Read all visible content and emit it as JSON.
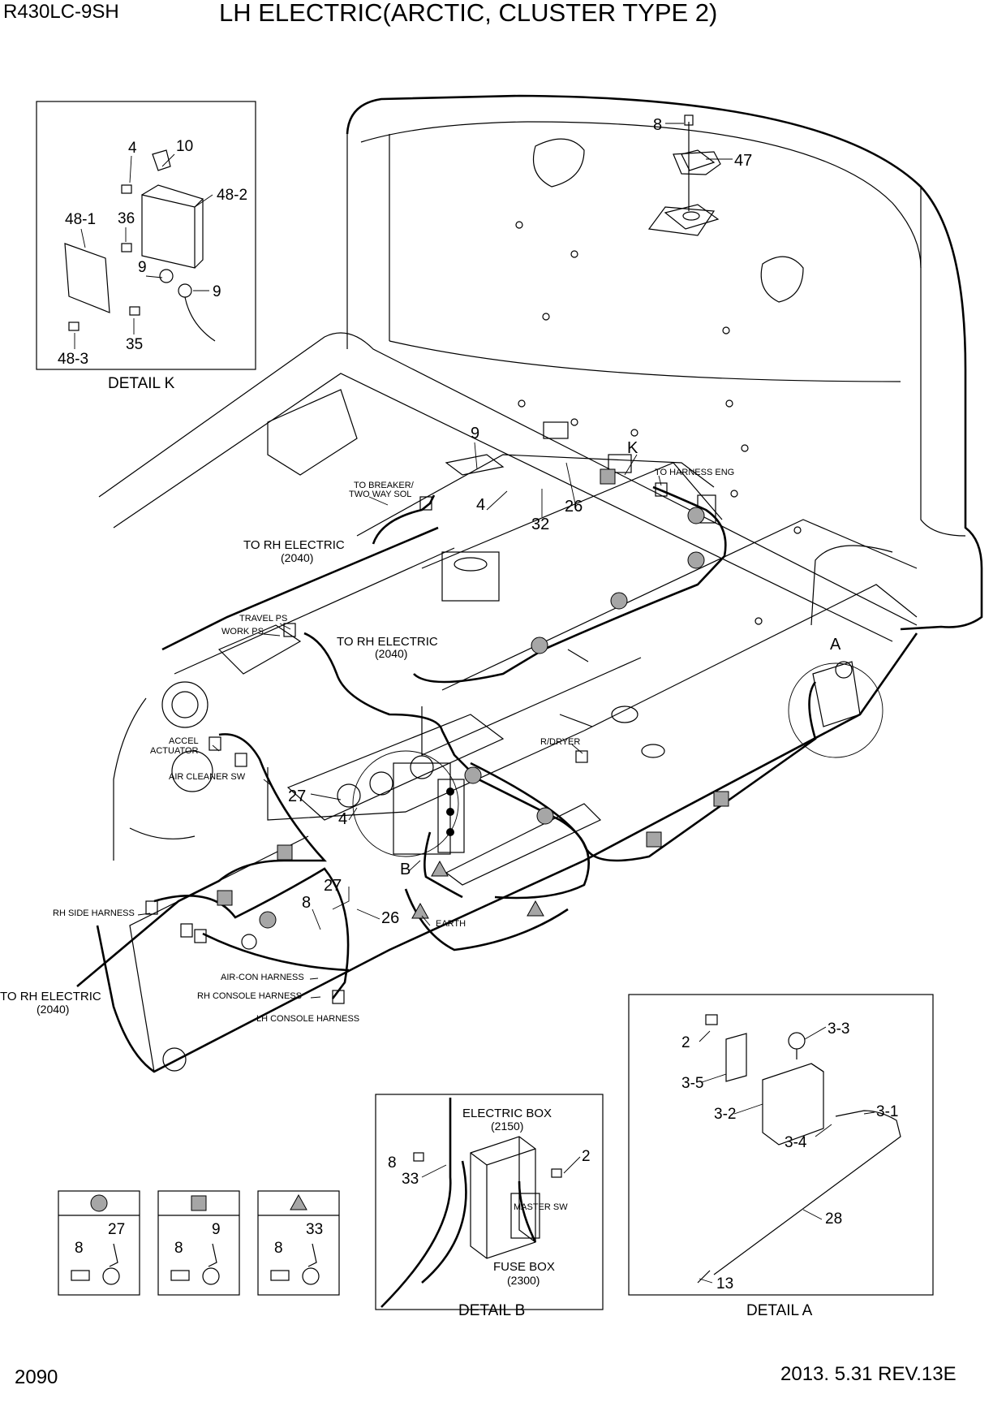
{
  "header": {
    "model": "R430LC-9SH",
    "title": "LH ELECTRIC(ARCTIC, CLUSTER TYPE 2)"
  },
  "footer": {
    "page_number": "2090",
    "revision": "2013. 5.31  REV.13E"
  },
  "detail_k": {
    "caption": "DETAIL K",
    "parts": [
      "4",
      "10",
      "48-2",
      "48-1",
      "36",
      "9",
      "9",
      "35",
      "48-3"
    ]
  },
  "detail_a": {
    "caption": "DETAIL A",
    "parts": [
      "2",
      "3-3",
      "3-5",
      "3-2",
      "3-1",
      "3-4",
      "28",
      "13"
    ]
  },
  "detail_b": {
    "caption": "DETAIL B",
    "electric_box": "ELECTRIC BOX",
    "electric_box_ref": "(2150)",
    "master_sw": "MASTER SW",
    "fuse_box": "FUSE BOX",
    "fuse_box_ref": "(2300)",
    "parts": [
      "8",
      "33",
      "2"
    ]
  },
  "legend": [
    {
      "symbol": "circle",
      "bolt": "8",
      "clamp": "27"
    },
    {
      "symbol": "square",
      "bolt": "8",
      "clamp": "9"
    },
    {
      "symbol": "triangle",
      "bolt": "8",
      "clamp": "33"
    }
  ],
  "main": {
    "part_numbers": [
      "8",
      "47",
      "9",
      "K",
      "4",
      "32",
      "26",
      "A",
      "27",
      "4",
      "B",
      "27",
      "8",
      "26"
    ],
    "labels": {
      "to_breaker_1": "TO BREAKER/",
      "to_breaker_2": "TWO WAY SOL",
      "to_harness_eng": "TO HARNESS ENG",
      "to_rh_electric": "TO RH ELECTRIC",
      "ref_2040": "(2040)",
      "travel_ps": "TRAVEL PS",
      "work_ps": "WORK PS",
      "accel_1": "ACCEL",
      "accel_2": "ACTUATOR",
      "air_cleaner_sw": "AIR CLEANER SW",
      "r_dryer": "R/DRYER",
      "rh_side_harness": "RH SIDE HARNESS",
      "earth": "EARTH",
      "air_con_harness": "AIR-CON HARNESS",
      "rh_console_harness": "RH CONSOLE HARNESS",
      "lh_console_harness": "LH CONSOLE HARNESS"
    }
  },
  "colors": {
    "line": "#000000",
    "clamp_marker": "#a6a6a6",
    "background": "#ffffff"
  }
}
